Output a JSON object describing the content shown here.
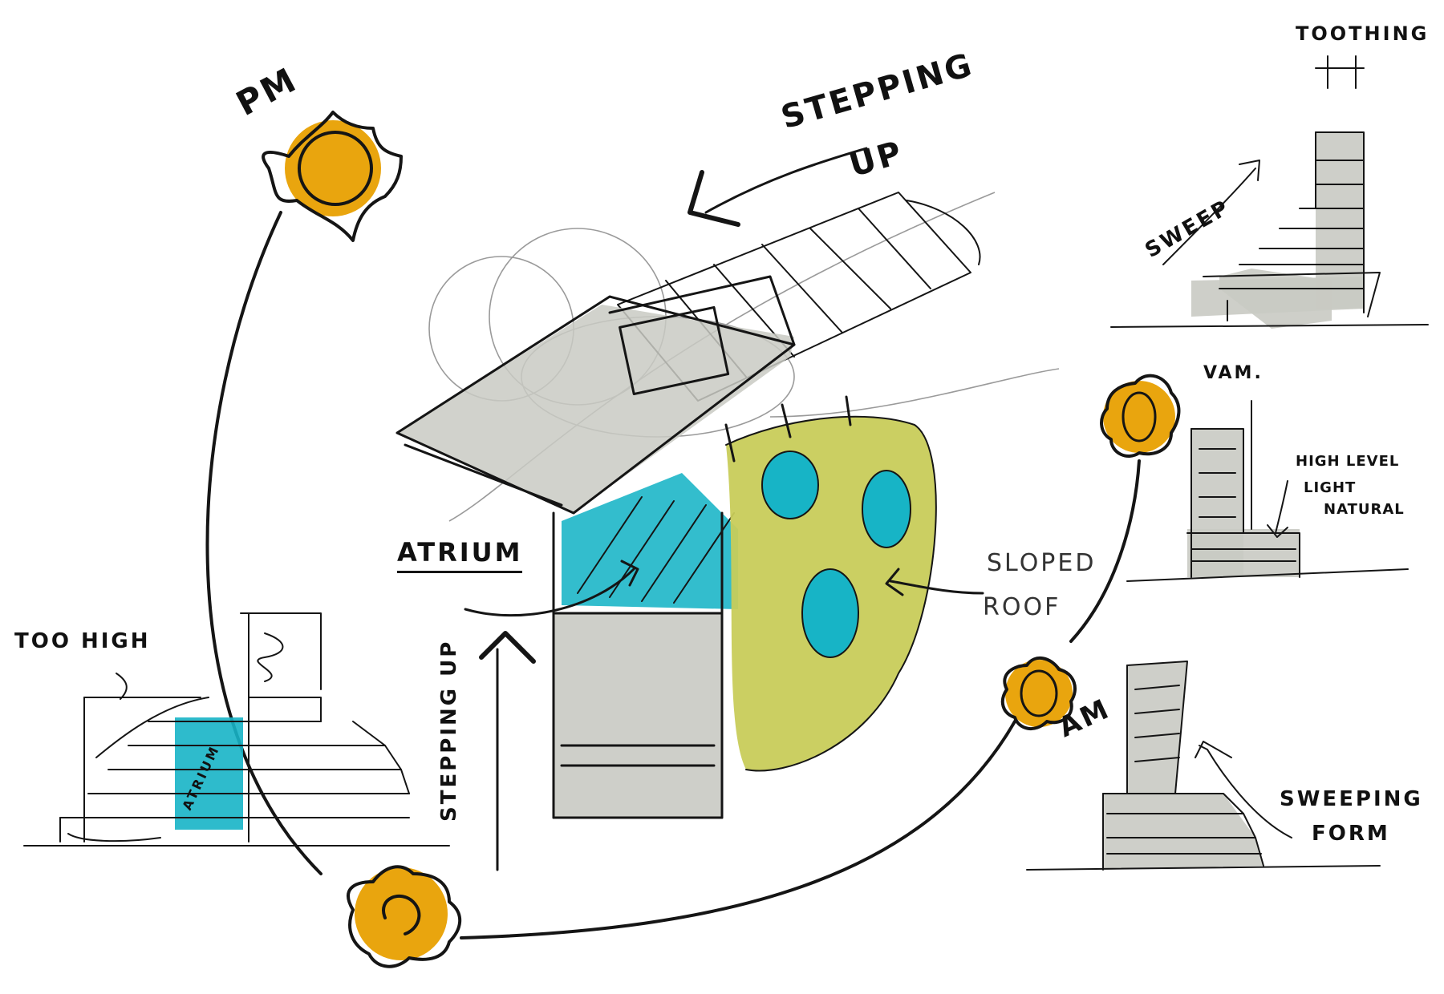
{
  "labels": {
    "pm": "PM",
    "stepping_up_top": "STEPPING",
    "stepping_up_top_2": "UP",
    "toothing": "TOOTHING",
    "sweep": "SWEEP",
    "atrium": "ATRIUM",
    "atrium_small": "ATRIUM",
    "sloped_roof": "SLOPED",
    "sloped_roof_2": "ROOF",
    "too_high": "TOO HIGH",
    "stepping_up_vertical": "STEPPING UP",
    "vam": "VAM.",
    "high_level_light": "HIGH LEVEL",
    "high_level_light_2": "LIGHT",
    "high_level_light_3": "NATURAL",
    "am": "AM",
    "sweeping_form": "SWEEPING",
    "sweeping_form_2": "FORM"
  },
  "colors": {
    "sun": "#e9a50e",
    "atrium": "#17b4c6",
    "roof": "#c8cc5a",
    "mass": "#c9cac3",
    "ink": "#151515"
  }
}
